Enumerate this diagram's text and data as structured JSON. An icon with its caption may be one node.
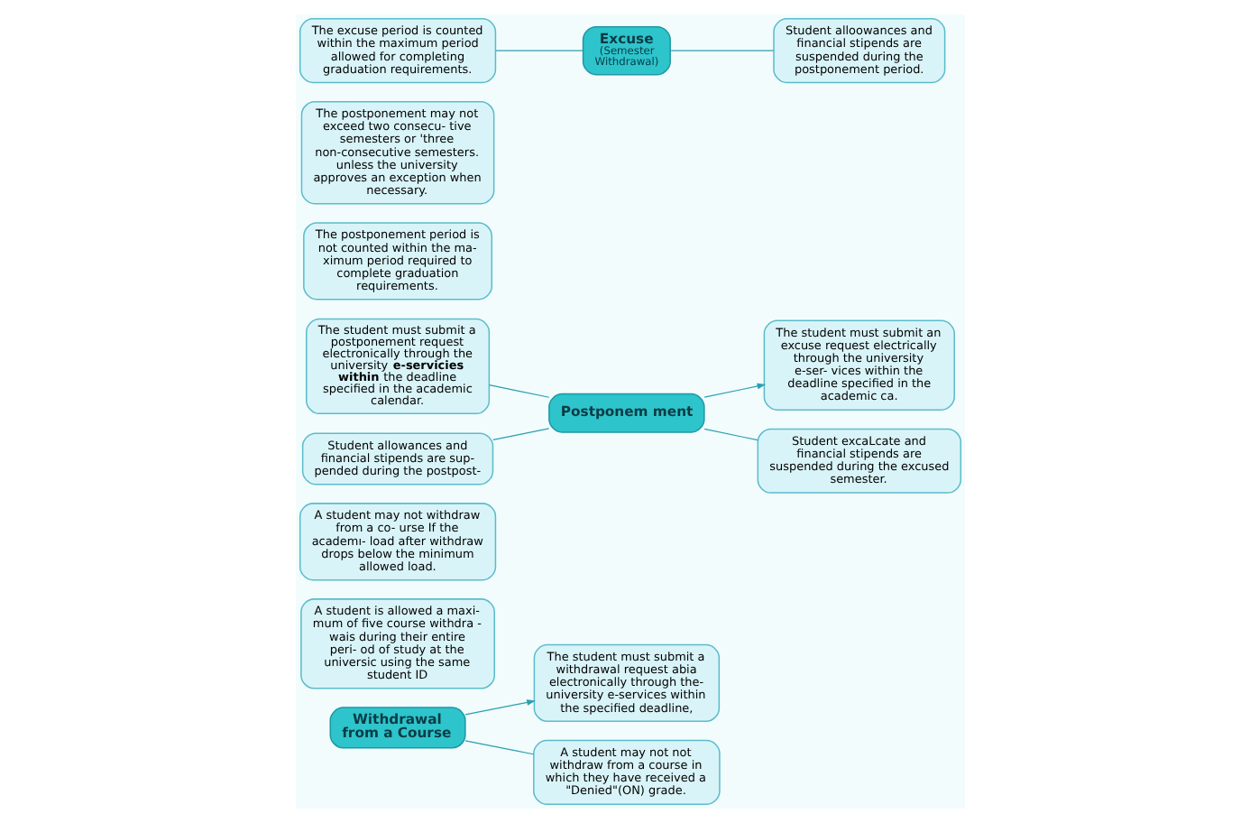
{
  "diagram": {
    "nodes": [
      {
        "text": [
          "The student must submit a withdrawal request abia electronically through the- university e-services within the specified deadline,"
        ]
      },
      {
        "text": [
          "A student is allowed a maxi- mum of five course withdra - wais during their entire peri- od of study at the universic using the same student ID"
        ]
      },
      {
        "text": [
          "A student may not withdraw from a co- urse If the academı- load after withdraw drops below the minimum allowed load."
        ]
      },
      {
        "text": [
          "A student may not not withdraw from a course in which they have received a \"Denied\"(ON) grade."
        ]
      },
      {
        "text": [
          "Withdrawal from a Course"
        ]
      },
      {
        "text": [
          "The student must submit a postponement request electronically through the university **e-servicies within** the deadline specified in the academic calendar."
        ]
      },
      {
        "text": [
          "The postponement period is not counted within the ma- ximum period required to complete graduation requirements."
        ]
      },
      {
        "text": [
          "The postponement may not exceed two consecu- tive semesters or 'three non-consecutive semesters. unless the university approves an exception when necessary."
        ]
      },
      {
        "text": [
          "Student allowances and financial stipends are sup- pended during the postpost-"
        ]
      },
      {
        "text": [
          "Postponem ment"
        ]
      },
      {
        "text": [
          "The student must submit an excuse request electrically through the university e-ser- vices within the deadline specified in the academic ca."
        ]
      },
      {
        "text": [
          "The excuse period is counted within the maximum period allowed for completing graduation requirements."
        ]
      },
      {
        "text": [
          "Excuse",
          "(Semester Withdrawal)"
        ]
      },
      {
        "text": [
          "Student alloowances and financial stipends are suspended during the postponement period."
        ]
      },
      {
        "text": [
          "Student excaLcate and financial stipends are suspended during the excused semester."
        ]
      }
    ],
    "edges": [
      {
        "from": 4,
        "to": 0,
        "arrow": "to"
      },
      {
        "from": 4,
        "to": 3,
        "arrow": "none"
      },
      {
        "from": 5,
        "to": 9,
        "arrow": "none"
      },
      {
        "from": 8,
        "to": 9,
        "arrow": "none"
      },
      {
        "from": 9,
        "to": 10,
        "arrow": "to"
      },
      {
        "from": 9,
        "to": 14,
        "arrow": "none"
      },
      {
        "from": 11,
        "to": 12,
        "arrow": "none"
      },
      {
        "from": 12,
        "to": 13,
        "arrow": "none"
      }
    ]
  }
}
